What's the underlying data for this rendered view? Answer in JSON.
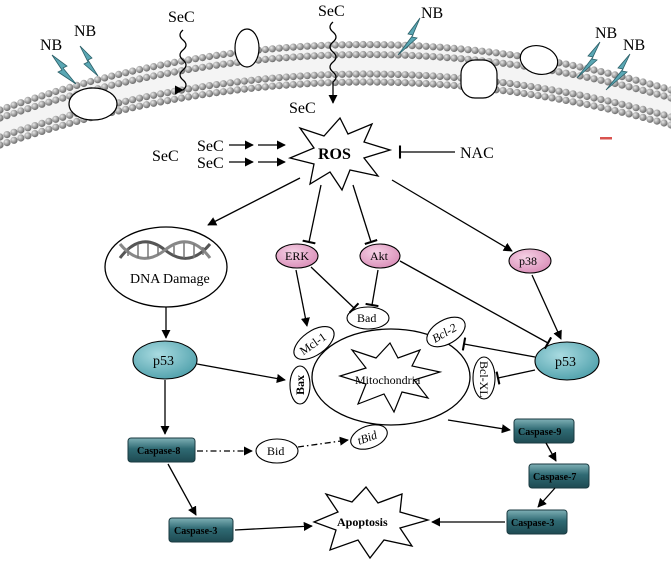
{
  "membrane": {
    "nb_labels": [
      "NB",
      "NB",
      "NB",
      "NB",
      "NB"
    ],
    "sec_labels": [
      "SeC",
      "SeC"
    ]
  },
  "ros_inputs": {
    "sec_left": "SeC",
    "sec_top": "SeC",
    "sec_arrow_1": "SeC",
    "sec_arrow_2": "SeC"
  },
  "nodes": {
    "ros": "ROS",
    "nac": "NAC",
    "dna_damage": "DNA Damage",
    "erk": "ERK",
    "akt": "Akt",
    "p38": "p38",
    "bad": "Bad",
    "mcl1": "Mcl-1",
    "bcl2": "Bcl-2",
    "bax": "Bax",
    "bclxl": "Bcl-XL",
    "mitochondria": "Mitochondria",
    "p53_left": "p53",
    "p53_right": "p53",
    "caspase8": "Caspase-8",
    "bid": "Bid",
    "tbid": "tBid",
    "caspase9": "Caspase-9",
    "caspase7": "Caspase-7",
    "caspase3_left": "Caspase-3",
    "caspase3_right": "Caspase-3",
    "apoptosis": "Apoptosis"
  },
  "colors": {
    "membrane_ball": "#8c8c8c",
    "pink_node": "#e9a9cc",
    "teal_node": "#6cb6c0",
    "caspase_box": "#2f6a73",
    "bolt": "#5aa7b4"
  }
}
